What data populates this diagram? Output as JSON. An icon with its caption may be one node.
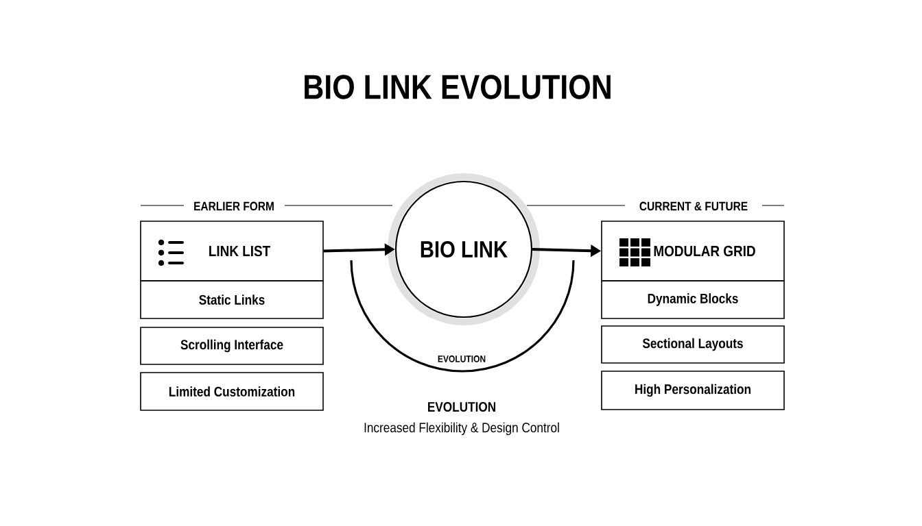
{
  "diagram": {
    "title": "BIO LINK EVOLUTION",
    "nodes": [
      {
        "text": [
          "LINK LIST"
        ]
      },
      {
        "text": [
          "Static Links"
        ]
      },
      {
        "text": [
          "Scrolling Interface"
        ]
      },
      {
        "text": [
          "Limited Customization"
        ]
      },
      {
        "text": [
          "BIO LINK"
        ]
      },
      {
        "text": [
          "MODULAR GRID"
        ]
      },
      {
        "text": [
          "Dynamic Blocks"
        ]
      },
      {
        "text": [
          "Sectional Layouts"
        ]
      },
      {
        "text": [
          "High Personalization"
        ]
      }
    ],
    "edges": [
      {
        "from": 0,
        "to": 4,
        "arrow": "to"
      },
      {
        "from": 4,
        "to": 5,
        "arrow": "to"
      }
    ],
    "labels": [
      "EARLIER FORM",
      "CURRENT & FUTURE",
      "EVOLUTION",
      "EVOLUTION",
      "Increased Flexibility & Design Control"
    ]
  }
}
